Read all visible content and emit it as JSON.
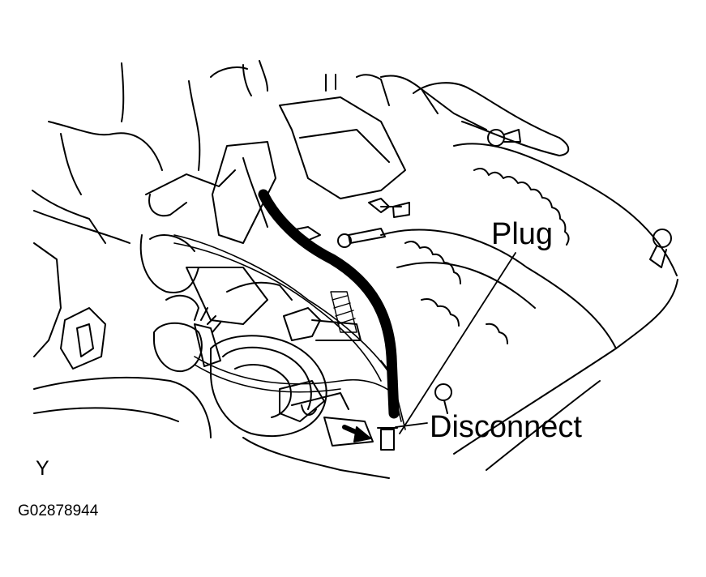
{
  "labels": {
    "plug": "Plug",
    "disconnect": "Disconnect",
    "view_letter": "Y",
    "figure_id": "G02878944"
  },
  "colors": {
    "ink": "#000000",
    "paper": "#ffffff"
  }
}
